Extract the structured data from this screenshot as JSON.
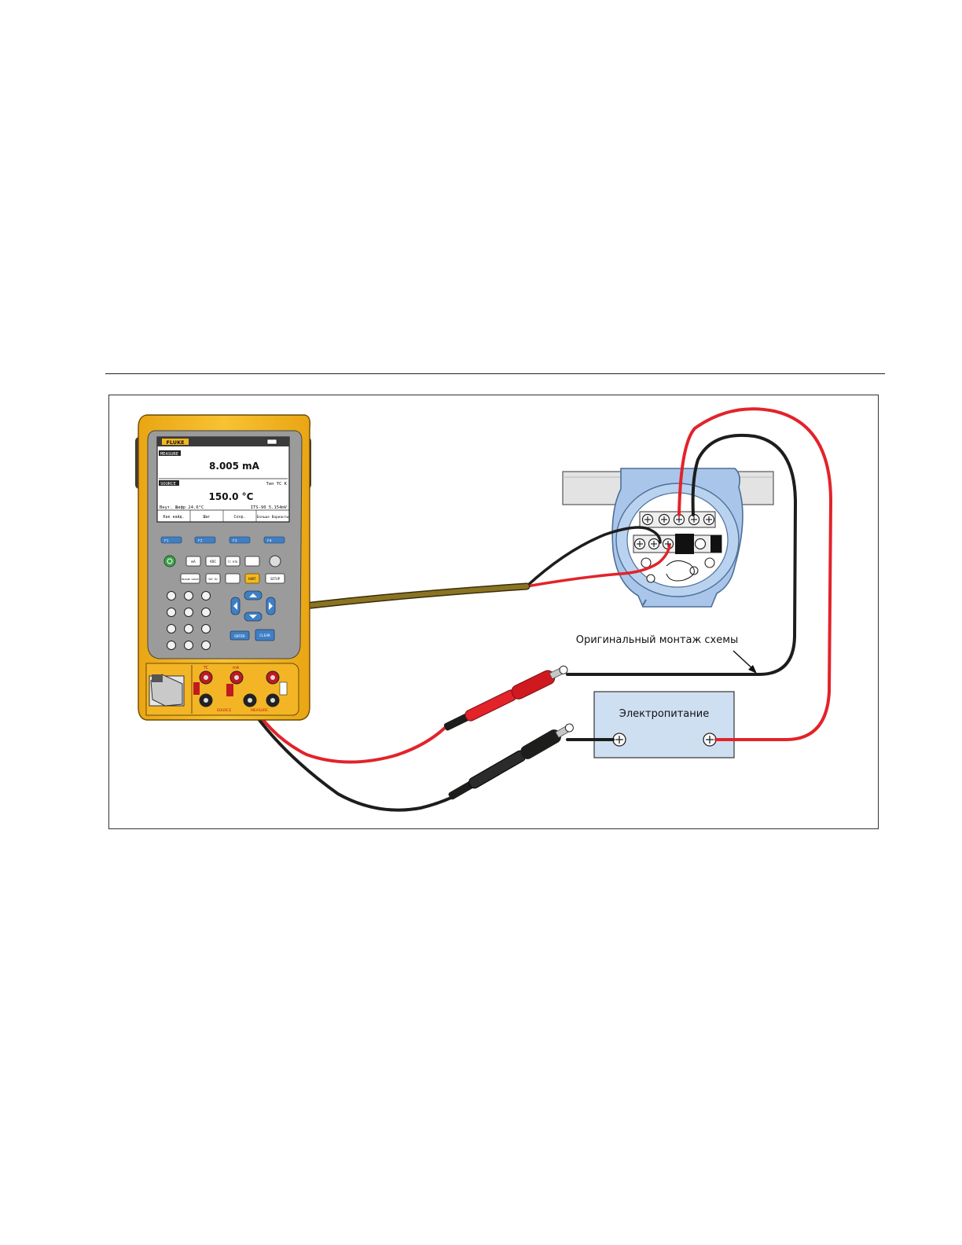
{
  "diagram": {
    "brand": "FLUKE",
    "screen": {
      "measure_label": "MEASURE",
      "measure_value": "8.005 mA",
      "source_label": "SOURCE",
      "source_type": "Тип TC K",
      "source_value": "150.0 °C",
      "status_left": "Внут. Шифр 24.6°C",
      "status_right": "ITS-90  5.154mV",
      "softkeys": [
        "Как найд.",
        "Шаг",
        "Сохр.",
        "Больше Варианты"
      ]
    },
    "function_keys": [
      "F1",
      "F2",
      "F3",
      "F4"
    ],
    "keys": {
      "ma": "mA",
      "vdc": "VDC",
      "tc_rtd": "TC RTD",
      "measure_source": "MEASURE SOURCE",
      "vac_hz": "VAC Hz",
      "hart": "HART",
      "setup": "SETUP",
      "enter": "ENTER",
      "clear": "CLEAR"
    },
    "jacks": {
      "tc": "TC",
      "ma": "mA",
      "source_label": "SOURCE",
      "measure_label": "MEASURE"
    },
    "callout_text": "Оригинальный монтаж схемы",
    "power_supply_label": "Электропитание",
    "colors": {
      "calibrator_body": "#f6b81c",
      "calibrator_face": "#9b9b9b",
      "screen_bg": "#ffffff",
      "transmitter_blue": "#a9c6ea",
      "power_supply": "#cfdff2",
      "wire_red": "#e2232a",
      "wire_black": "#1d1d1b",
      "cable_olive": "#6b5a16",
      "key_blue": "#3f7fc4"
    }
  }
}
